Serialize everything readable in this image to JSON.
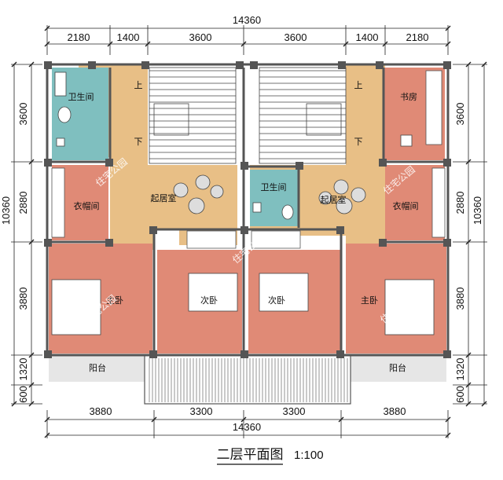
{
  "dims": {
    "top_total": "14360",
    "top_segments": [
      "2180",
      "1400",
      "3600",
      "3600",
      "1400",
      "2180"
    ],
    "bottom_total": "14360",
    "bottom_segments": [
      "3880",
      "3300",
      "3300",
      "3880"
    ],
    "left_total": "10360",
    "left_segments": [
      "3600",
      "2880",
      "3880",
      "1320",
      "600"
    ],
    "right_total": "10360",
    "right_segments": [
      "3600",
      "2880",
      "3880",
      "1320",
      "600"
    ]
  },
  "rooms": {
    "bath_left": "卫生间",
    "closet_left": "衣帽间",
    "living_left": "起居室",
    "bath_mid": "卫生间",
    "living_right": "起居室",
    "study": "书房",
    "closet_right": "衣帽间",
    "master_left": "主卧",
    "second_left": "次卧",
    "second_right": "次卧",
    "master_right": "主卧",
    "balcony_left": "阳台",
    "balcony_right": "阳台"
  },
  "stairs": {
    "up_left": "上",
    "down_left": "下",
    "up_right": "上",
    "down_right": "下"
  },
  "watermark": "住宅公园",
  "title": "二层平面图",
  "scale": "1:100",
  "colors": {
    "bath": "#7fbfbf",
    "bedroom": "#e08a76",
    "living": "#e8bf86",
    "wall": "#555555",
    "balcony": "#e6e6e6"
  }
}
